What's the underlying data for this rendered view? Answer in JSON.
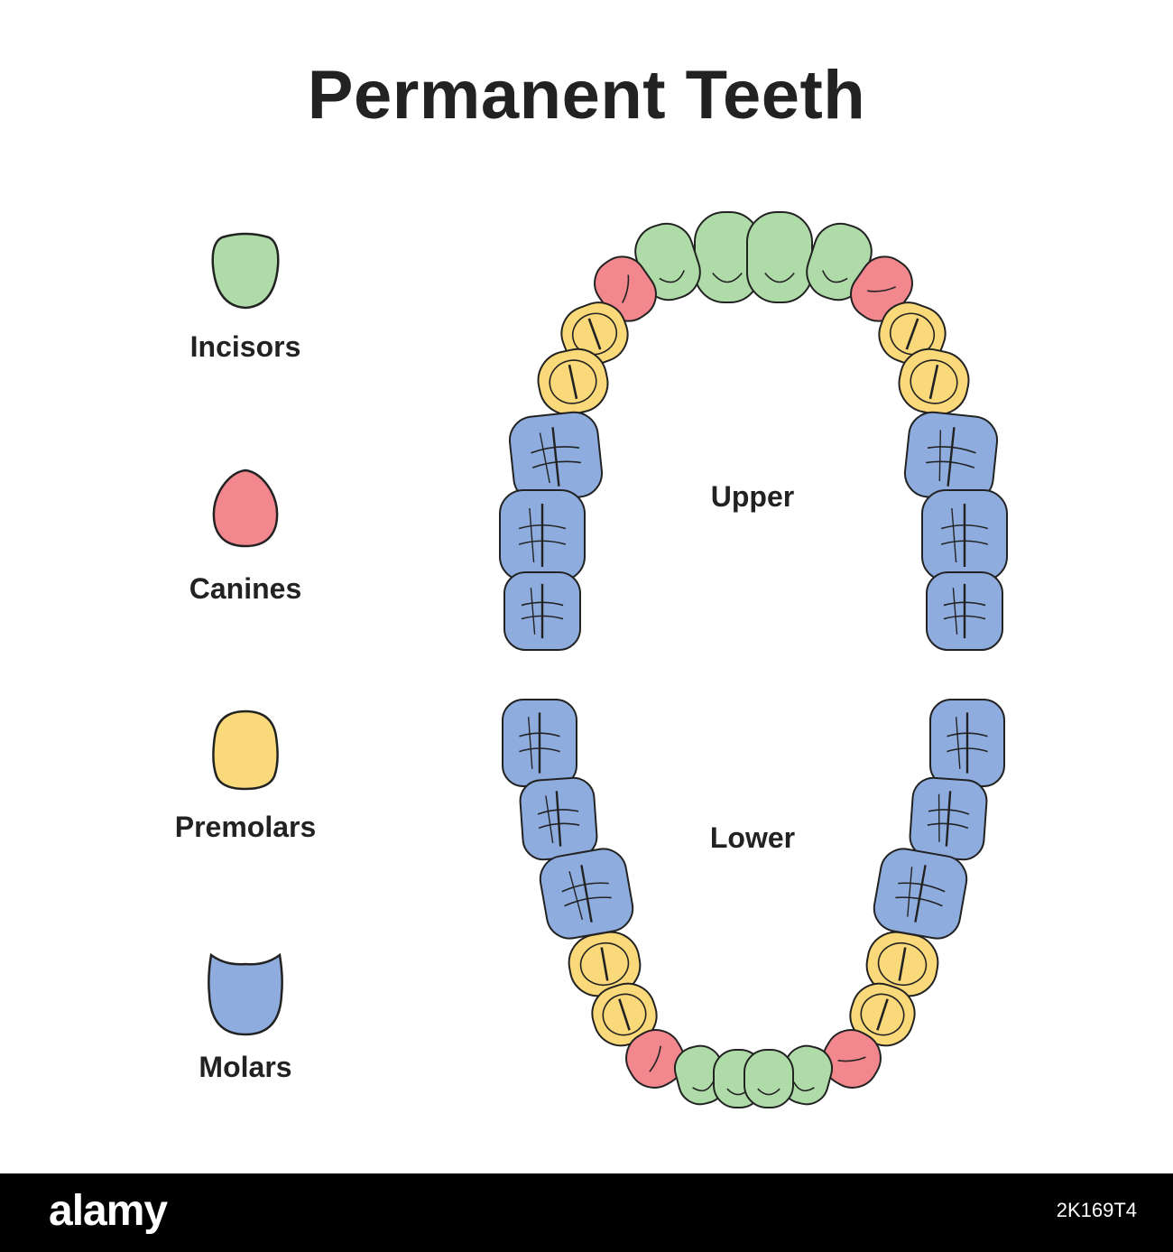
{
  "title": "Permanent Teeth",
  "legend": [
    {
      "key": "incisor",
      "label": "Incisors",
      "color": "#aedba8"
    },
    {
      "key": "canine",
      "label": "Canines",
      "color": "#f2878e"
    },
    {
      "key": "premolar",
      "label": "Premolars",
      "color": "#fad97a"
    },
    {
      "key": "molar",
      "label": "Molars",
      "color": "#8eadde"
    }
  ],
  "jaws": {
    "upper_label": "Upper",
    "lower_label": "Lower"
  },
  "outline_color": "#222222",
  "footer": {
    "brand": "alamy",
    "image_id": "2K169T4"
  }
}
